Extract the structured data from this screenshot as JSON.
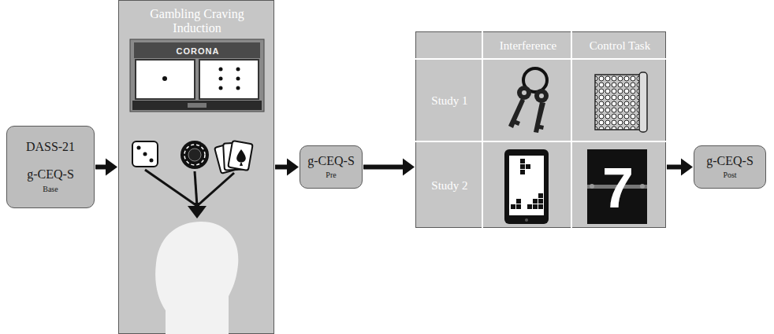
{
  "diagram": {
    "nodes": [
      {
        "text": [
          "DASS-21",
          "g-CEQ-S",
          "Base"
        ]
      },
      {
        "text": [
          "Gambling Craving Induction"
        ]
      },
      {
        "text": [
          "g-CEQ-S",
          "Pre"
        ]
      },
      {
        "text": [
          "Interference",
          "Control Task",
          "Study 1",
          "Study 2"
        ]
      },
      {
        "text": [
          "g-CEQ-S",
          "Post"
        ]
      }
    ],
    "edges": [
      {
        "from": 0,
        "to": 1,
        "arrow": "to"
      },
      {
        "from": 1,
        "to": 2,
        "arrow": "to"
      },
      {
        "from": 2,
        "to": 3,
        "arrow": "to"
      },
      {
        "from": 3,
        "to": 4,
        "arrow": "to"
      }
    ],
    "labels": [
      "CORONA",
      "7"
    ]
  }
}
